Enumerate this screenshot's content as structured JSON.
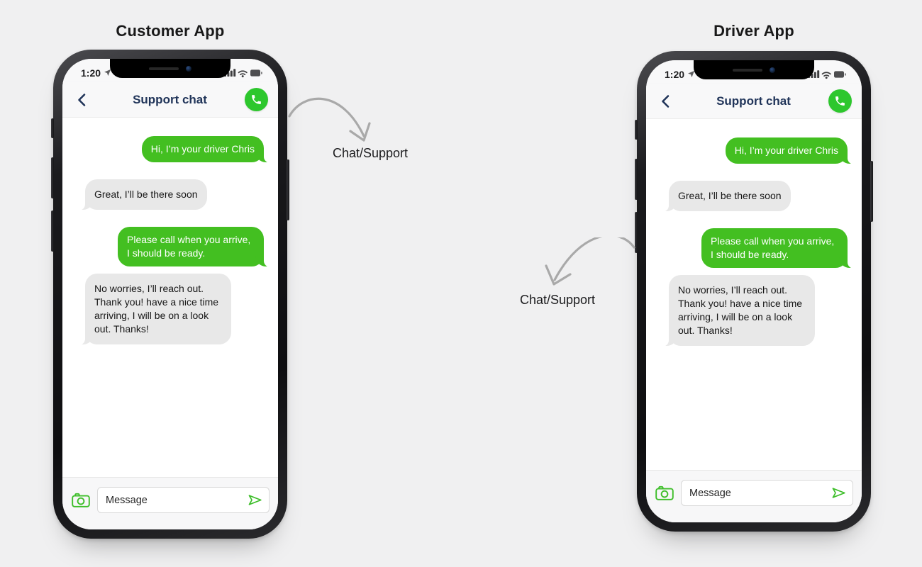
{
  "page": {
    "background": "#f0f0f1"
  },
  "colors": {
    "bubble_green": "#43bf21",
    "bubble_gray": "#e8e8e8",
    "call_button_green": "#2dc72d",
    "icon_green": "#3dbe29",
    "header_navy": "#203459",
    "arrow_gray": "#a9a9a9"
  },
  "annotations": {
    "left_flow": {
      "label": "Chat/Support"
    },
    "right_flow": {
      "label": "Chat/Support"
    }
  },
  "apps": [
    {
      "title": "Customer App",
      "statusbar": {
        "time": "1:20",
        "icons": [
          "location-icon",
          "cell-signal-icon",
          "wifi-icon",
          "battery-icon"
        ]
      },
      "header": {
        "title": "Support chat",
        "back_icon": "chevron-left-icon",
        "call_icon": "phone-icon"
      },
      "messages": [
        {
          "side": "right",
          "style": "green",
          "text": "Hi, I’m your driver Chris"
        },
        {
          "side": "left",
          "style": "gray",
          "text": "Great, I’ll be there soon"
        },
        {
          "side": "right",
          "style": "green",
          "text": "Please call when you arrive, I should be ready."
        },
        {
          "side": "left",
          "style": "gray",
          "text": "No worries, I’ll reach out. Thank you! have a nice time arriving, I will be on a look out. Thanks!"
        }
      ],
      "composer": {
        "placeholder": "Message",
        "icons": [
          "camera-icon",
          "send-icon"
        ]
      }
    },
    {
      "title": "Driver App",
      "statusbar": {
        "time": "1:20",
        "icons": [
          "location-icon",
          "cell-signal-icon",
          "wifi-icon",
          "battery-icon"
        ]
      },
      "header": {
        "title": "Support chat",
        "back_icon": "chevron-left-icon",
        "call_icon": "phone-icon"
      },
      "messages": [
        {
          "side": "right",
          "style": "green",
          "text": "Hi, I’m your driver Chris"
        },
        {
          "side": "left",
          "style": "gray",
          "text": "Great, I’ll be there soon"
        },
        {
          "side": "right",
          "style": "green",
          "text": "Please call when you arrive, I should be ready."
        },
        {
          "side": "left",
          "style": "gray",
          "text": "No worries, I’ll reach out. Thank you! have a nice time arriving, I will be on a look out. Thanks!"
        }
      ],
      "composer": {
        "placeholder": "Message",
        "icons": [
          "camera-icon",
          "send-icon"
        ]
      }
    }
  ]
}
